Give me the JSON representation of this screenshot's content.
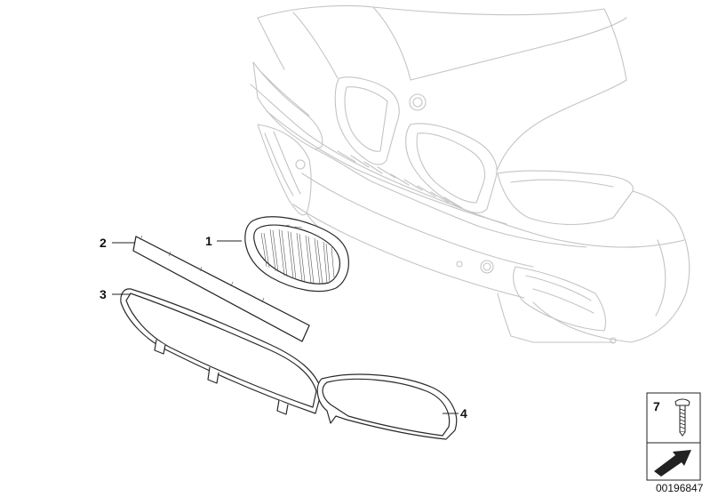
{
  "callouts": {
    "c1": "1",
    "c2": "2",
    "c3": "3",
    "c4": "4",
    "c7": "7"
  },
  "document_number": "00196847",
  "colors": {
    "background": "#ffffff",
    "car_outline": "#c4c4c4",
    "part_outline": "#2a2a2a"
  },
  "icons": {
    "screw": "screw-icon",
    "arrow": "corner-arrow-icon"
  }
}
